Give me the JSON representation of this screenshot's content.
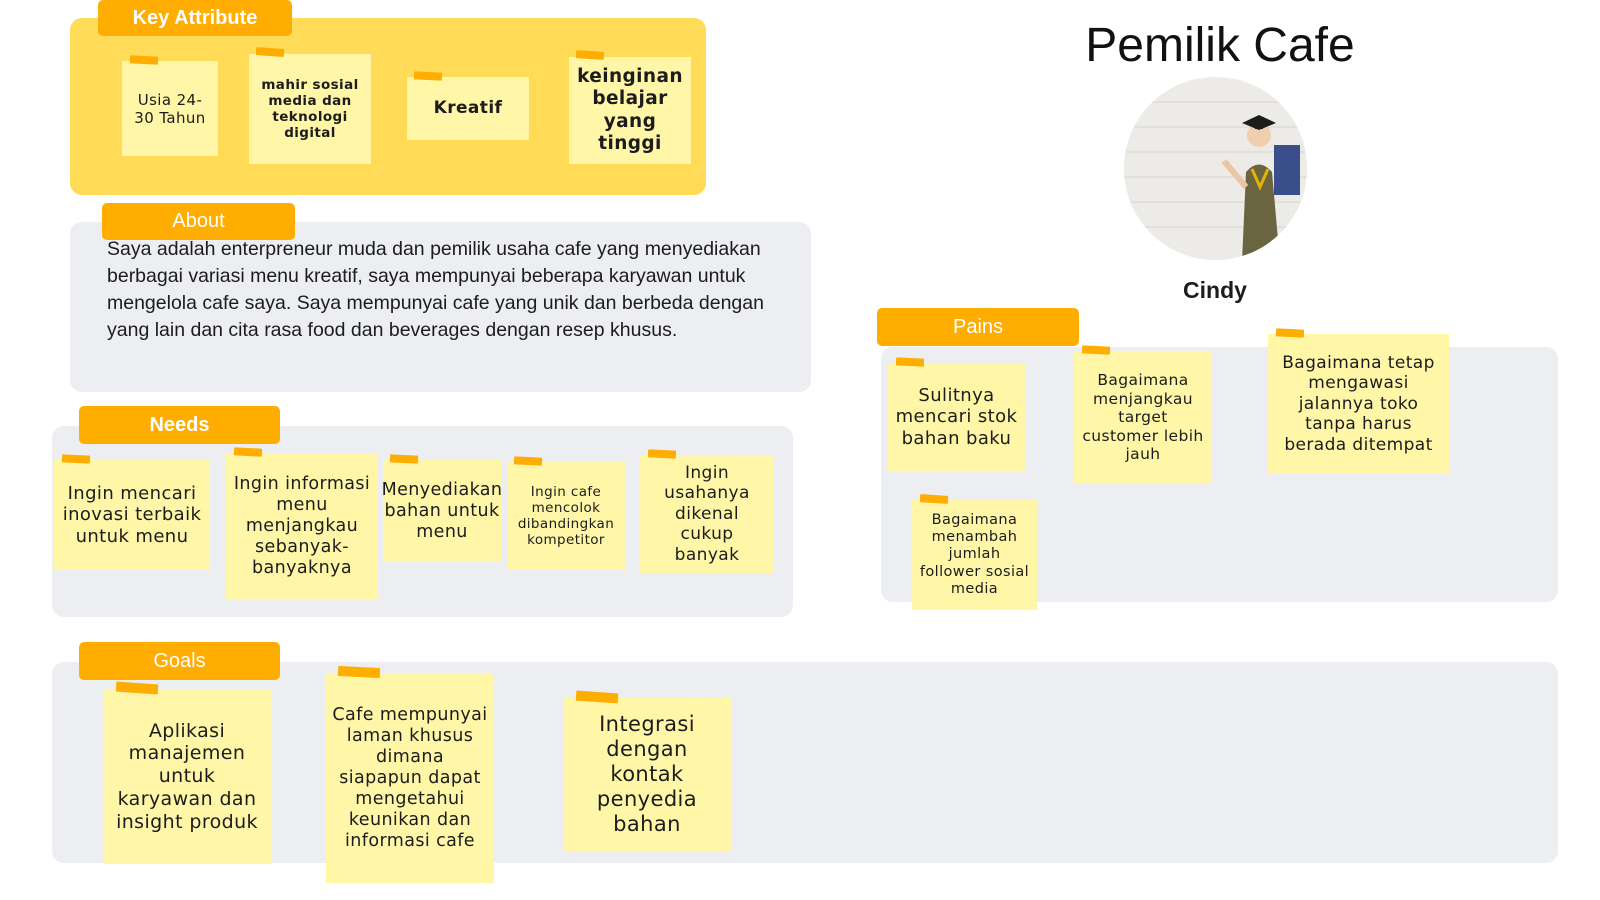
{
  "persona": {
    "title": "Pemilik Cafe",
    "name": "Cindy",
    "avatar_icon": "graduate-woman-photo"
  },
  "key_attribute": {
    "label": "Key Attribute",
    "notes": [
      "Usia 24-30 Tahun",
      "mahir sosial media dan teknologi digital",
      "Kreatif",
      "keinginan belajar yang tinggi"
    ]
  },
  "about": {
    "label": "About",
    "text": "Saya adalah enterpreneur muda dan pemilik usaha  cafe yang menyediakan berbagai variasi menu kreatif, saya mempunyai beberapa karyawan untuk mengelola cafe saya. Saya mempunyai cafe yang unik dan berbeda dengan yang lain dan cita rasa food dan beverages dengan resep khusus."
  },
  "needs": {
    "label": "Needs",
    "notes": [
      "Ingin mencari inovasi terbaik untuk menu",
      "Ingin informasi menu menjangkau sebanyak-banyaknya",
      "Menyediakan bahan untuk menu",
      "Ingin cafe mencolok dibandingkan kompetitor",
      "Ingin usahanya dikenal cukup banyak"
    ]
  },
  "pains": {
    "label": "Pains",
    "notes": [
      "Sulitnya mencari stok bahan baku",
      "Bagaimana menjangkau target customer lebih jauh",
      "Bagaimana tetap mengawasi jalannya toko tanpa harus berada ditempat",
      "Bagaimana menambah jumlah follower sosial media"
    ]
  },
  "goals": {
    "label": "Goals",
    "notes": [
      "Aplikasi manajemen untuk karyawan dan insight produk",
      "Cafe mempunyai laman khusus dimana siapapun dapat mengetahui keunikan dan informasi cafe",
      "Integrasi dengan kontak penyedia bahan"
    ]
  },
  "colors": {
    "header": "#ffad00",
    "panel_yellow": "#ffdb58",
    "panel_gray": "#eceef1",
    "note": "#fff6a8"
  }
}
